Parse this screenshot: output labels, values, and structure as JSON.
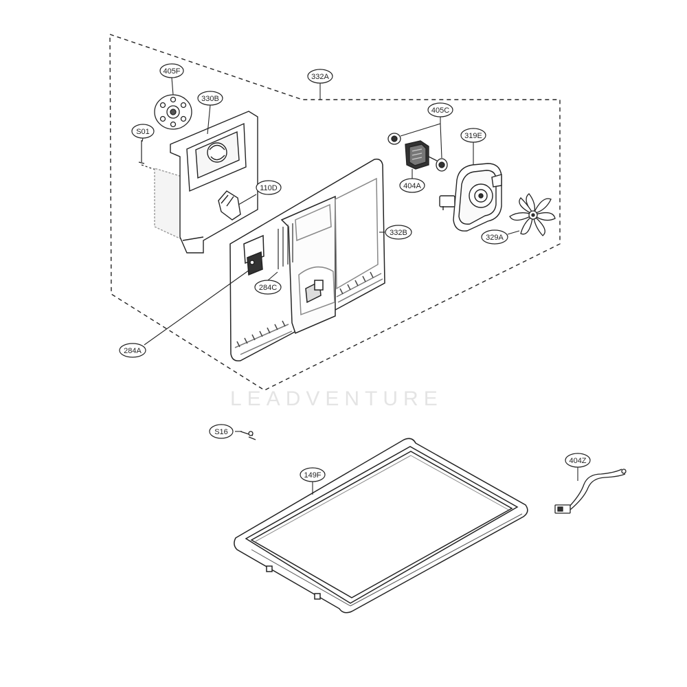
{
  "watermark": "LEADVENTURE",
  "labels": {
    "l405F": "405F",
    "l332A": "332A",
    "l330B": "330B",
    "lS01": "S01",
    "l405C": "405C",
    "l319E": "319E",
    "l110D": "110D",
    "l404A": "404A",
    "l332B": "332B",
    "l329A": "329A",
    "l284C": "284C",
    "l284A": "284A",
    "lS16": "S16",
    "l404Z": "404Z",
    "l149F": "149F"
  }
}
